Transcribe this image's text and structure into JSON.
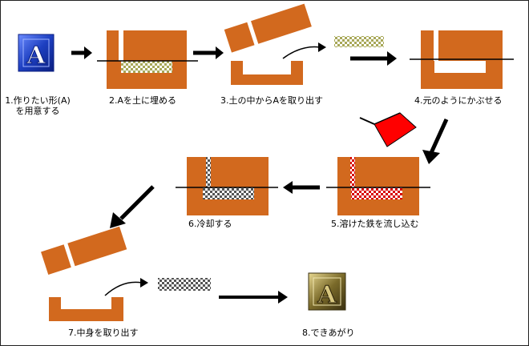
{
  "colors": {
    "brick": "#d2691e",
    "line": "#000000",
    "pattern_khaki": "#a8a858",
    "pattern_gray": "#555555",
    "pattern_red": "#d80000",
    "molten": "#ff0000",
    "blue_icon": "#2d52c8",
    "gold_icon": "#8a7a3a"
  },
  "icons": {
    "start": "letter-a-blue-icon",
    "end": "letter-a-gold-icon",
    "letter": "A"
  },
  "steps": [
    {
      "id": "1",
      "label": "1.作りたい形(A)",
      "label2": "を用意する"
    },
    {
      "id": "2",
      "label": "2.Aを土に埋める"
    },
    {
      "id": "3",
      "label": "3.土の中からAを取り出す"
    },
    {
      "id": "4",
      "label": "4.元のようにかぶせる"
    },
    {
      "id": "5",
      "label": "5.溶けた鉄を流し込む"
    },
    {
      "id": "6",
      "label": "6.冷却する"
    },
    {
      "id": "7",
      "label": "7.中身を取り出す"
    },
    {
      "id": "8",
      "label": "8.できあがり"
    }
  ]
}
